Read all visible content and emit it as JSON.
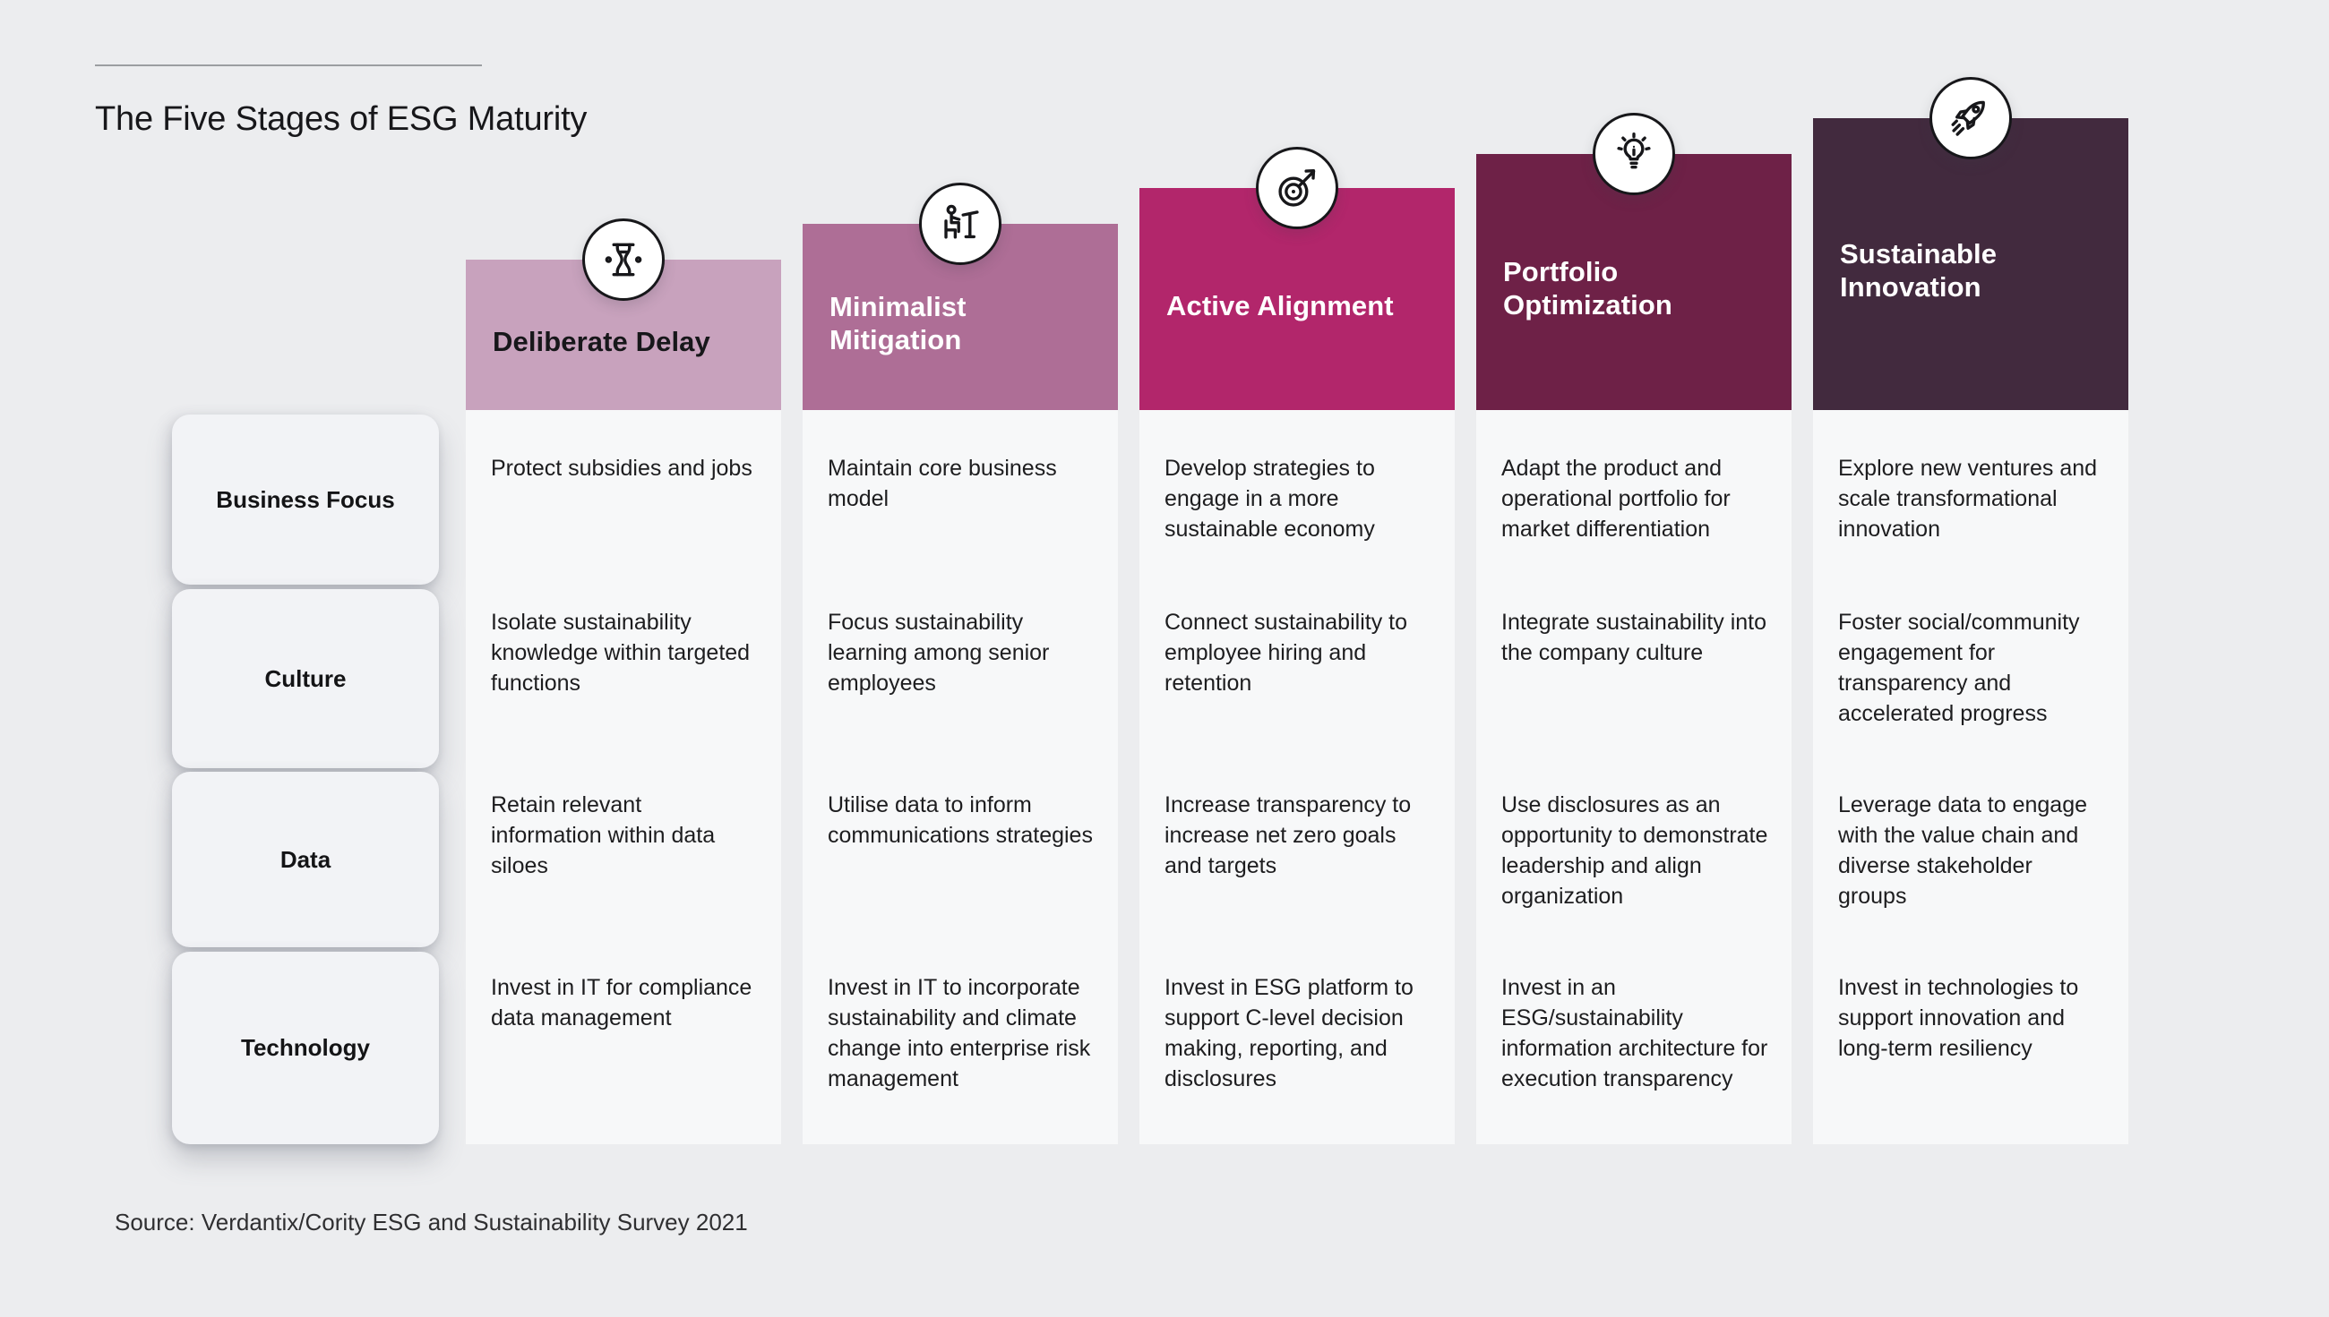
{
  "title": "The Five Stages of ESG Maturity",
  "source": "Source: Verdantix/Cority ESG and Sustainability Survey 2021",
  "colors": {
    "page_bg": "#ecedef",
    "column_bg": "#f7f8f9",
    "label_box_bg": "#f2f3f6",
    "rule": "#9b9ea1",
    "icon_stroke": "#17171a",
    "icon_bg": "#ffffff",
    "cell_text": "#1d1d1f"
  },
  "row_labels": [
    "Business Focus",
    "Culture",
    "Data",
    "Technology"
  ],
  "stages": [
    {
      "label": "Deliberate Delay",
      "icon": "hourglass-icon",
      "header_bg": "#c8a2bd",
      "header_text": "#17171a",
      "cells": [
        "Protect subsidies and jobs",
        "Isolate sustainability knowledge within targeted functions",
        "Retain relevant information within data siloes",
        "Invest in IT for compliance data management"
      ]
    },
    {
      "label": "Minimalist Mitigation",
      "icon": "desk-worker-icon",
      "header_bg": "#ae6e96",
      "header_text": "#ffffff",
      "cells": [
        "Maintain core business model",
        "Focus sustainability learning among senior employees",
        "Utilise data to inform communications strategies",
        "Invest in IT to incorporate sustainability and climate change into enterprise risk management"
      ]
    },
    {
      "label": "Active Alignment",
      "icon": "target-arrow-icon",
      "header_bg": "#b2266b",
      "header_text": "#ffffff",
      "cells": [
        "Develop strategies to engage in a more sustainable economy",
        "Connect sustainability to employee hiring and retention",
        "Increase transparency to increase net zero goals and targets",
        "Invest in ESG platform to support C-level decision making, reporting, and disclosures"
      ]
    },
    {
      "label": "Portfolio Optimization",
      "icon": "lightbulb-icon",
      "header_bg": "#6e2147",
      "header_text": "#ffffff",
      "cells": [
        "Adapt the product and operational portfolio for market differentiation",
        "Integrate sustainability into the company culture",
        "Use disclosures as an opportunity to demonstrate leadership and align organization",
        "Invest in an ESG/sustainability information architecture for execution transparency"
      ]
    },
    {
      "label": "Sustainable Innovation",
      "icon": "rocket-icon",
      "header_bg": "#422a3e",
      "header_text": "#ffffff",
      "cells": [
        "Explore new ventures and scale transformational innovation",
        "Foster social/community engagement for transparency and accelerated progress",
        "Leverage data to engage with the value chain and diverse stakeholder groups",
        "Invest in technologies to support innovation and long-term resiliency"
      ]
    }
  ]
}
